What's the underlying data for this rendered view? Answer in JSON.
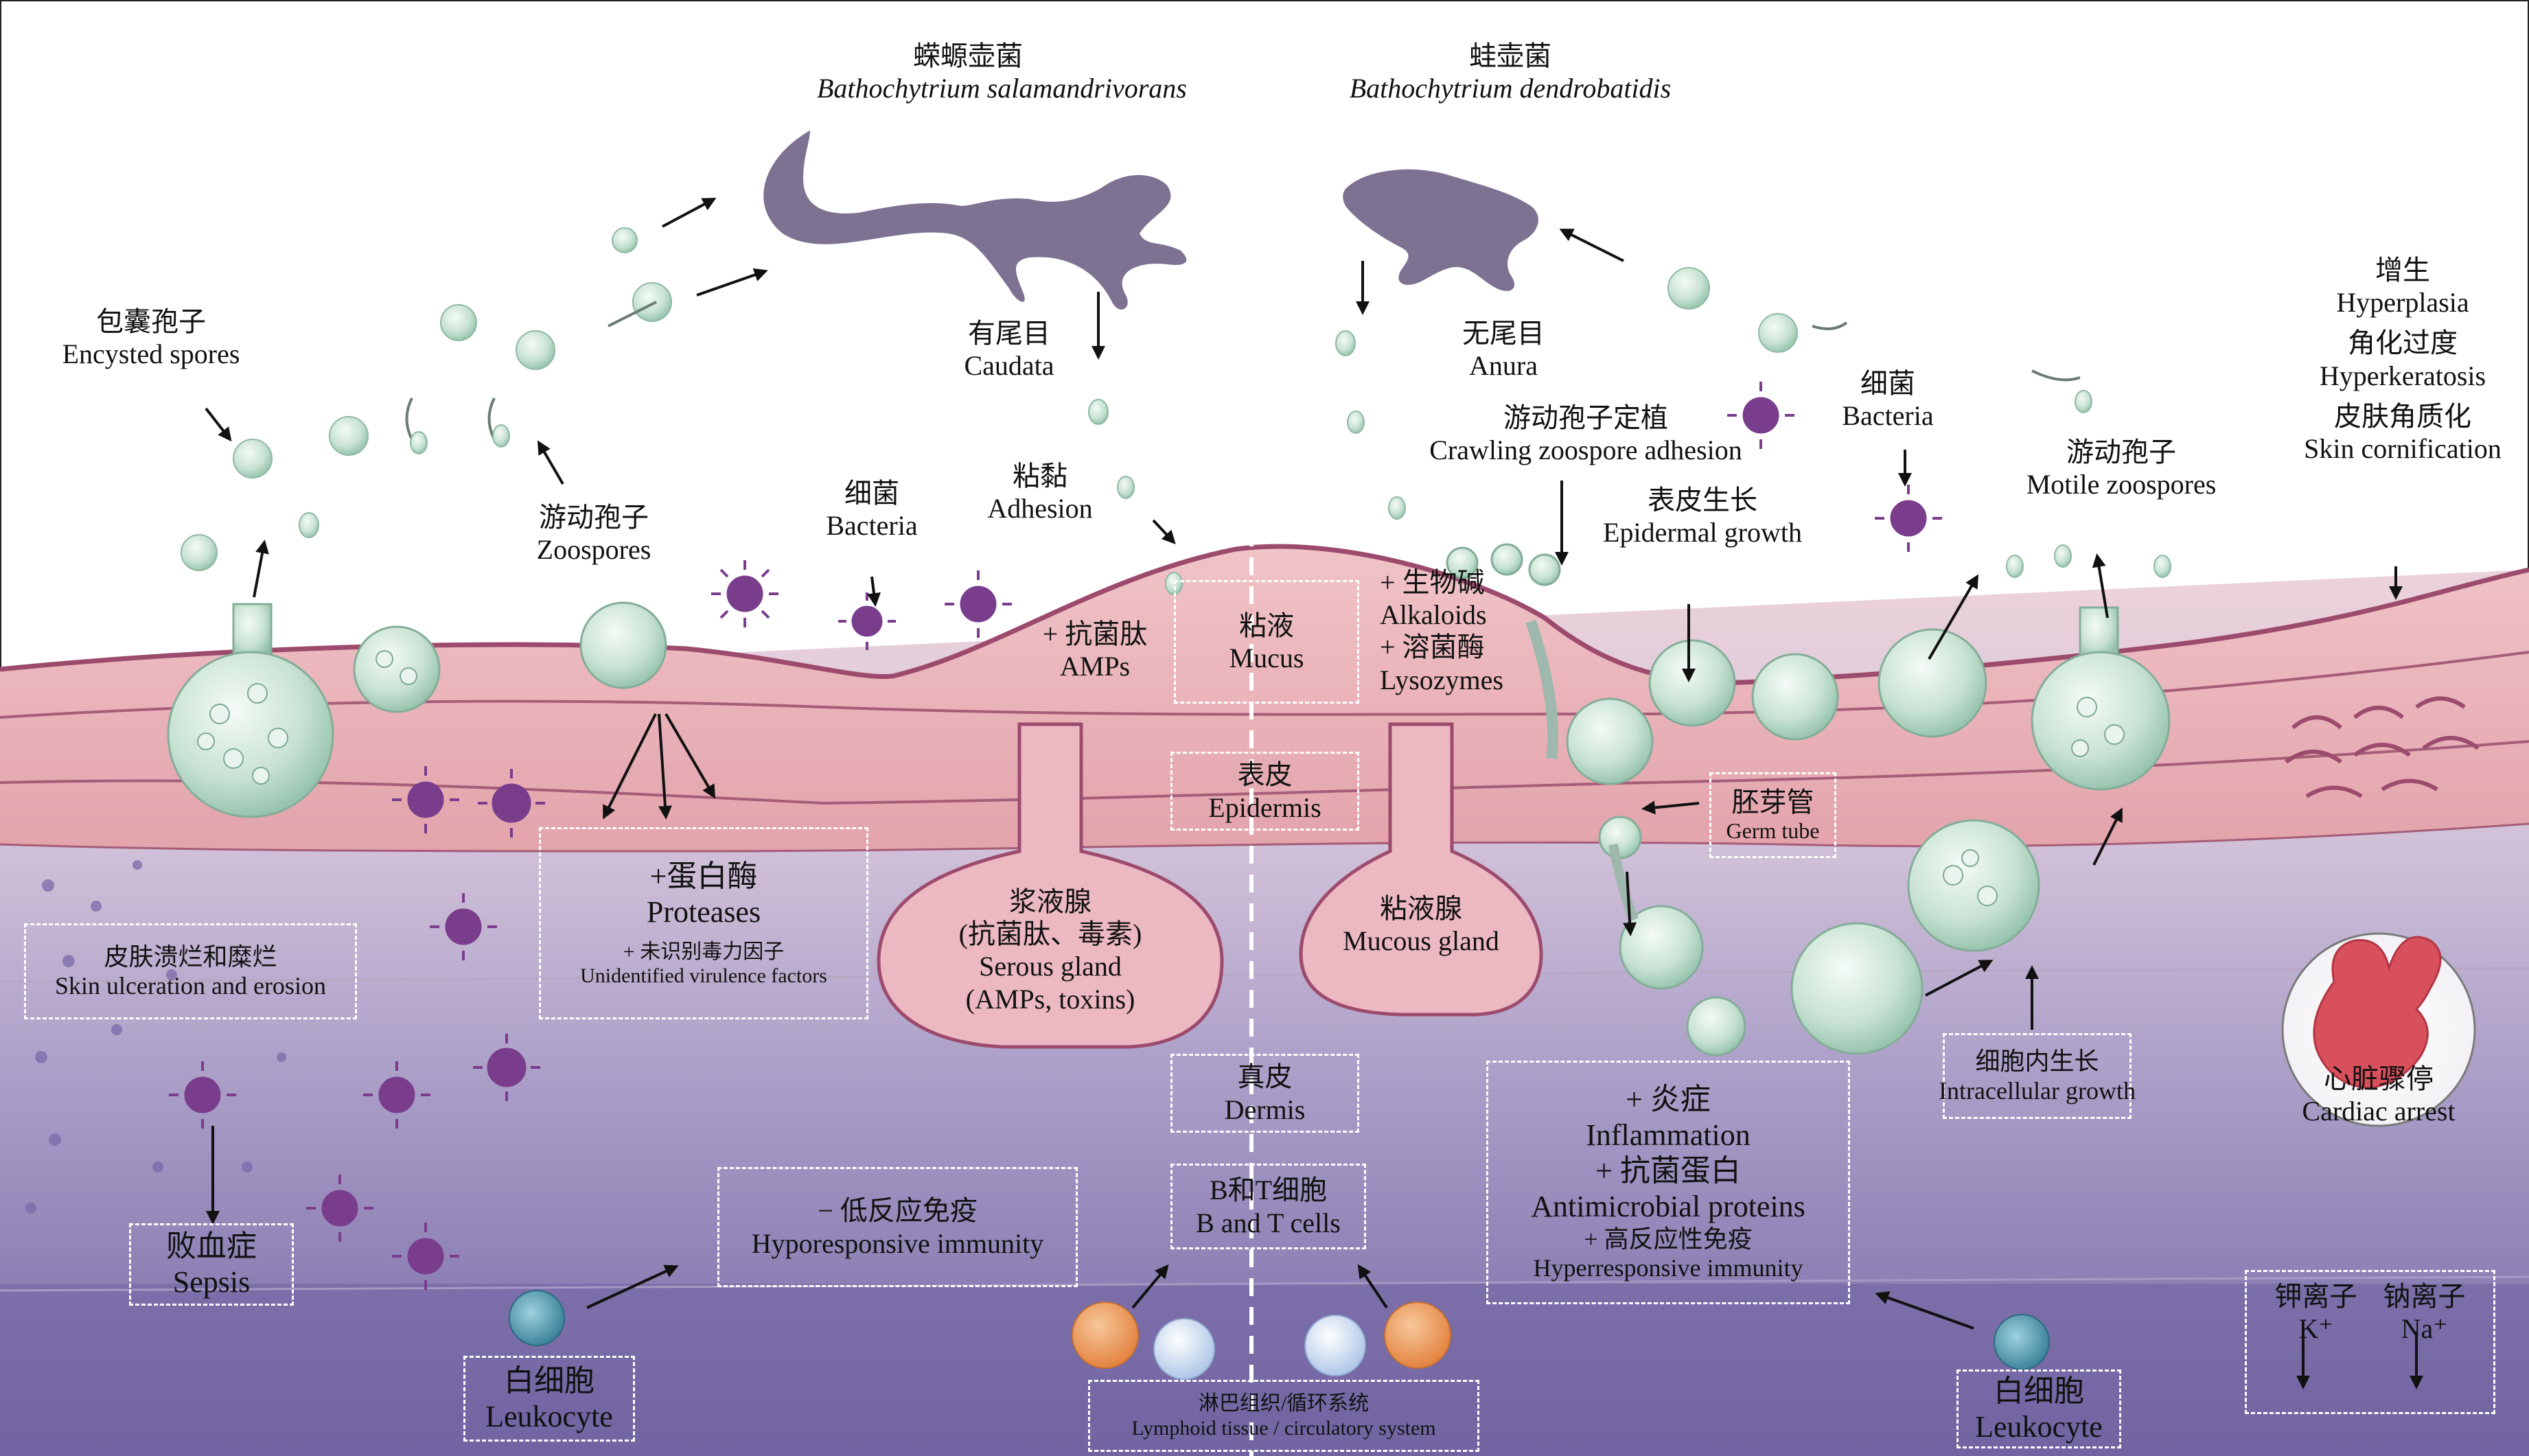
{
  "pathogens": {
    "bsal": {
      "zh": "蝾螈壶菌",
      "en": "Bathochytrium salamandrivorans"
    },
    "bd": {
      "zh": "蛙壶菌",
      "en": "Bathochytrium dendrobatidis"
    }
  },
  "hosts": {
    "caudata": {
      "zh": "有尾目",
      "en": "Caudata"
    },
    "anura": {
      "zh": "无尾目",
      "en": "Anura"
    }
  },
  "labels": {
    "encysted": {
      "zh": "包囊孢子",
      "en": "Encysted spores"
    },
    "zoospores": {
      "zh": "游动孢子",
      "en": "Zoospores"
    },
    "bacteria_left": {
      "zh": "细菌",
      "en": "Bacteria"
    },
    "adhesion": {
      "zh": "粘黏",
      "en": "Adhesion"
    },
    "amps": {
      "zh": "+ 抗菌肽",
      "en": "AMPs"
    },
    "alkaloids": {
      "zh": "+ 生物碱",
      "en": "Alkaloids"
    },
    "lysozymes": {
      "zh": "+ 溶菌酶",
      "en": "Lysozymes"
    },
    "crawling": {
      "zh": "游动孢子定植",
      "en": "Crawling zoospore adhesion"
    },
    "epidermal_growth": {
      "zh": "表皮生长",
      "en": "Epidermal growth"
    },
    "bacteria_right": {
      "zh": "细菌",
      "en": "Bacteria"
    },
    "motile": {
      "zh": "游动孢子",
      "en": "Motile zoospores"
    },
    "hyperplasia": {
      "zh": "增生",
      "en": "Hyperplasia"
    },
    "hyperkeratosis": {
      "zh": "角化过度",
      "en": "Hyperkeratosis"
    },
    "cornification": {
      "zh": "皮肤角质化",
      "en": "Skin cornification"
    },
    "serous": {
      "zh1": "浆液腺",
      "zh2": "(抗菌肽、毒素)",
      "en1": "Serous gland",
      "en2": "(AMPs, toxins)"
    },
    "mucous": {
      "zh": "粘液腺",
      "en": "Mucous gland"
    },
    "cardiac": {
      "zh": "心脏骤停",
      "en": "Cardiac arrest"
    }
  },
  "boxes": {
    "mucus": {
      "zh": "粘液",
      "en": "Mucus"
    },
    "epidermis": {
      "zh": "表皮",
      "en": "Epidermis"
    },
    "dermis": {
      "zh": "真皮",
      "en": "Dermis"
    },
    "bt_cells": {
      "zh": "B和T细胞",
      "en": "B and T cells"
    },
    "lymphoid": {
      "zh": "淋巴组织/循环系统",
      "en": "Lymphoid tissue / circulatory system"
    },
    "proteases": {
      "zh": "+蛋白酶",
      "en": "Proteases",
      "zh2": "+ 未识别毒力因子",
      "en2": "Unidentified virulence factors"
    },
    "ulceration": {
      "zh": "皮肤溃烂和糜烂",
      "en": "Skin ulceration and erosion"
    },
    "sepsis": {
      "zh": "败血症",
      "en": "Sepsis"
    },
    "hypo": {
      "zh": "− 低反应免疫",
      "en": "Hyporesponsive immunity"
    },
    "leukocyte_left": {
      "zh": "白细胞",
      "en": "Leukocyte"
    },
    "inflammation": {
      "zh1": "+ 炎症",
      "en1": "Inflammation",
      "zh2": "+ 抗菌蛋白",
      "en2": "Antimicrobial proteins",
      "zh3": "+ 高反应性免疫",
      "en3": "Hyperresponsive immunity"
    },
    "germ_tube": {
      "zh": "胚芽管",
      "en": "Germ tube"
    },
    "intracellular": {
      "zh": "细胞内生长",
      "en": "Intracellular growth"
    },
    "leukocyte_right": {
      "zh": "白细胞",
      "en": "Leukocyte"
    },
    "ions": {
      "k_zh": "钾离子",
      "k_en": "K⁺",
      "na_zh": "钠离子",
      "na_en": "Na⁺"
    }
  },
  "colors": {
    "silhouette": "#7d7291",
    "mucus_layer": "#eab9bf",
    "epidermis": "#e6a6ad",
    "dermis_top": "#d8c9d8",
    "dermis_bottom": "#7d6ea8",
    "spore": "#cfe6d9",
    "bacteria": "#7a3d8c",
    "leukocyte": "#3e8aa0",
    "b_cell_orange": "#ea9a5a",
    "t_cell_blue": "#d7e4f3"
  }
}
